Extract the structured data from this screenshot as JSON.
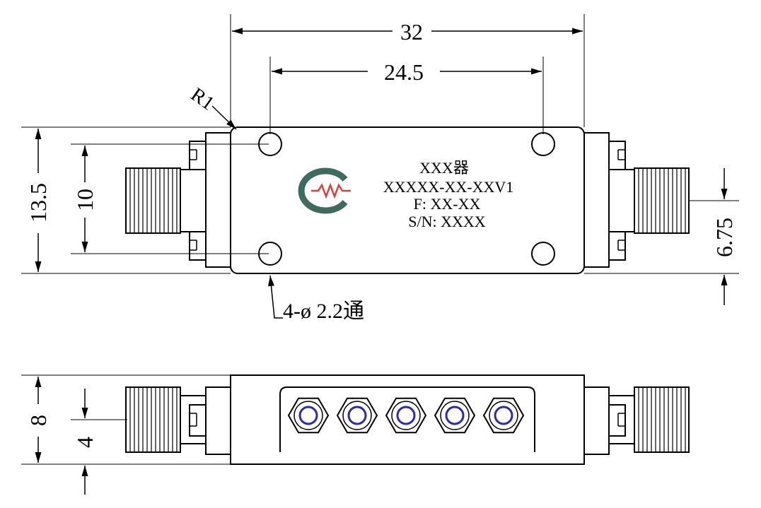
{
  "dimensions": {
    "overall_width": "32",
    "hole_spacing": "24.5",
    "corner_radius": "R1",
    "overall_height": "13.5",
    "hole_vertical_spacing": "10",
    "connector_offset": "6.75",
    "hole_spec": "4-ø 2.2通",
    "side_height": "8",
    "side_connector_height": "4"
  },
  "label": {
    "name": "XXX器",
    "model": "XXXXX-XX-XXV1",
    "frequency": "F: XX-XX",
    "serial": "S/N: XXXX"
  },
  "logo": {
    "ring_color": "#3f6b5f",
    "zigzag_color": "#d94040",
    "glyph": "mw-resistor-logo"
  },
  "colors": {
    "line": "#000000",
    "port_ring": "#2b2bb0"
  }
}
